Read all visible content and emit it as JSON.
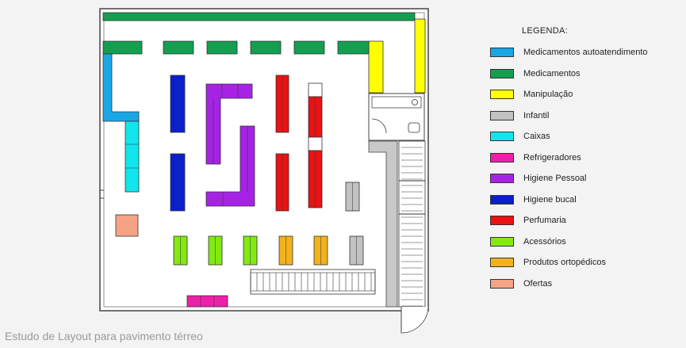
{
  "legend": {
    "title": "LEGENDA:",
    "items": [
      {
        "key": "med_auto",
        "label": "Medicamentos autoatendimento",
        "color": "#1aa7e6"
      },
      {
        "key": "med",
        "label": "Medicamentos",
        "color": "#12a050"
      },
      {
        "key": "manip",
        "label": "Manipulação",
        "color": "#ffff00"
      },
      {
        "key": "infantil",
        "label": "Infantil",
        "color": "#c2c2c2"
      },
      {
        "key": "caixas",
        "label": "Caixas",
        "color": "#11e6ef"
      },
      {
        "key": "refrig",
        "label": "Refrigeradores",
        "color": "#ee1fa8"
      },
      {
        "key": "higiene",
        "label": "Higiene Pessoal",
        "color": "#a623e6"
      },
      {
        "key": "bucal",
        "label": "Higiene bucal",
        "color": "#0b1fcf"
      },
      {
        "key": "perf",
        "label": "Perfumaria",
        "color": "#ea1212"
      },
      {
        "key": "acess",
        "label": "Acessórios",
        "color": "#82ea12"
      },
      {
        "key": "orto",
        "label": "Produtos ortopédicos",
        "color": "#f2b21a"
      },
      {
        "key": "ofertas",
        "label": "Ofertas",
        "color": "#f5a385"
      }
    ]
  },
  "caption": "Estudo de Layout para pavimento térreo"
}
